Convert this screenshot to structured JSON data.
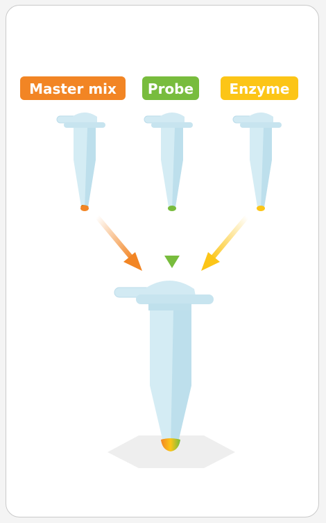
{
  "labels": {
    "master_mix": "Master mix",
    "probe": "Probe",
    "enzyme": "Enzyme"
  },
  "colors": {
    "master_mix": "#f28524",
    "probe": "#78bc3d",
    "enzyme": "#fcc517",
    "tube_body": "#cfe9f2",
    "tube_shade": "#b7dcea",
    "shadow": "#eeeeee",
    "border": "#c9c9c9"
  },
  "icons": {
    "source_tube": "microcentrifuge-tube-icon",
    "mix_tube": "microcentrifuge-tube-icon",
    "arrow": "arrow-down-icon"
  }
}
